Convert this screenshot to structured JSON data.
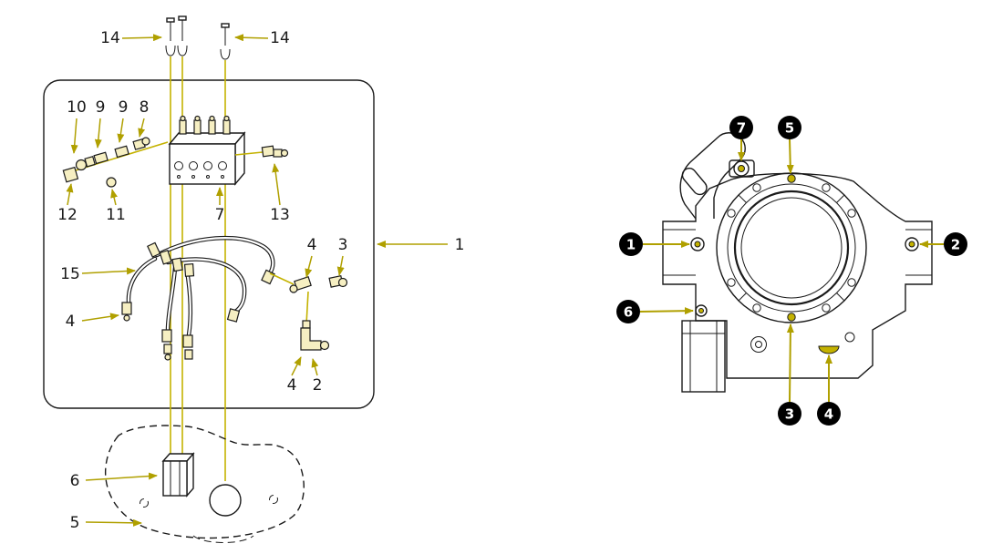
{
  "colors": {
    "background": "#ffffff",
    "ink": "#1a1a1a",
    "leader": "#b0a000",
    "highlight": "#c4b200",
    "fitting_fill": "#f6efc2",
    "callout_bg": "#000000",
    "callout_text": "#ffffff"
  },
  "left_diagram": {
    "labels": {
      "n14a": "14",
      "n14b": "14",
      "n10": "10",
      "n9a": "9",
      "n9b": "9",
      "n8": "8",
      "n12": "12",
      "n11": "11",
      "n7": "7",
      "n13": "13",
      "n1": "1",
      "n15": "15",
      "n4a": "4",
      "n3": "3",
      "n4b": "4",
      "n4c": "4",
      "n2": "2",
      "n6": "6",
      "n5": "5"
    }
  },
  "right_diagram": {
    "callouts": {
      "c1": "1",
      "c2": "2",
      "c3": "3",
      "c4": "4",
      "c5": "5",
      "c6": "6",
      "c7": "7"
    }
  }
}
